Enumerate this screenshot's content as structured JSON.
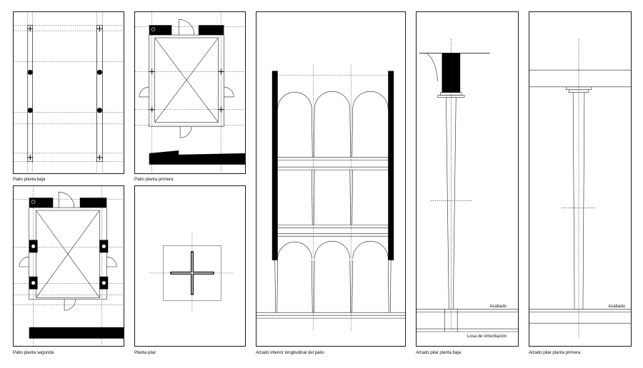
{
  "sheet": {
    "panels": [
      {
        "id": "patio-planta-baja",
        "caption": "Patio planta baja"
      },
      {
        "id": "patio-planta-primera",
        "caption": "Patio planta primera"
      },
      {
        "id": "patio-planta-segunda",
        "caption": "Patio planta segunda"
      },
      {
        "id": "planta-pilar",
        "caption": "Planta pilar"
      },
      {
        "id": "alzado-interior",
        "caption": "Alzado interior longitudinal del patio"
      },
      {
        "id": "alzado-pilar-baja",
        "caption": "Alzado pilar planta baja"
      },
      {
        "id": "alzado-pilar-primera",
        "caption": "Alzado pilar planta primera"
      }
    ],
    "annotations": {
      "acabado_baja": "Acabado",
      "losa_cimentacion": "Losa de cimentación",
      "acabado_primera": "Acabado"
    }
  }
}
